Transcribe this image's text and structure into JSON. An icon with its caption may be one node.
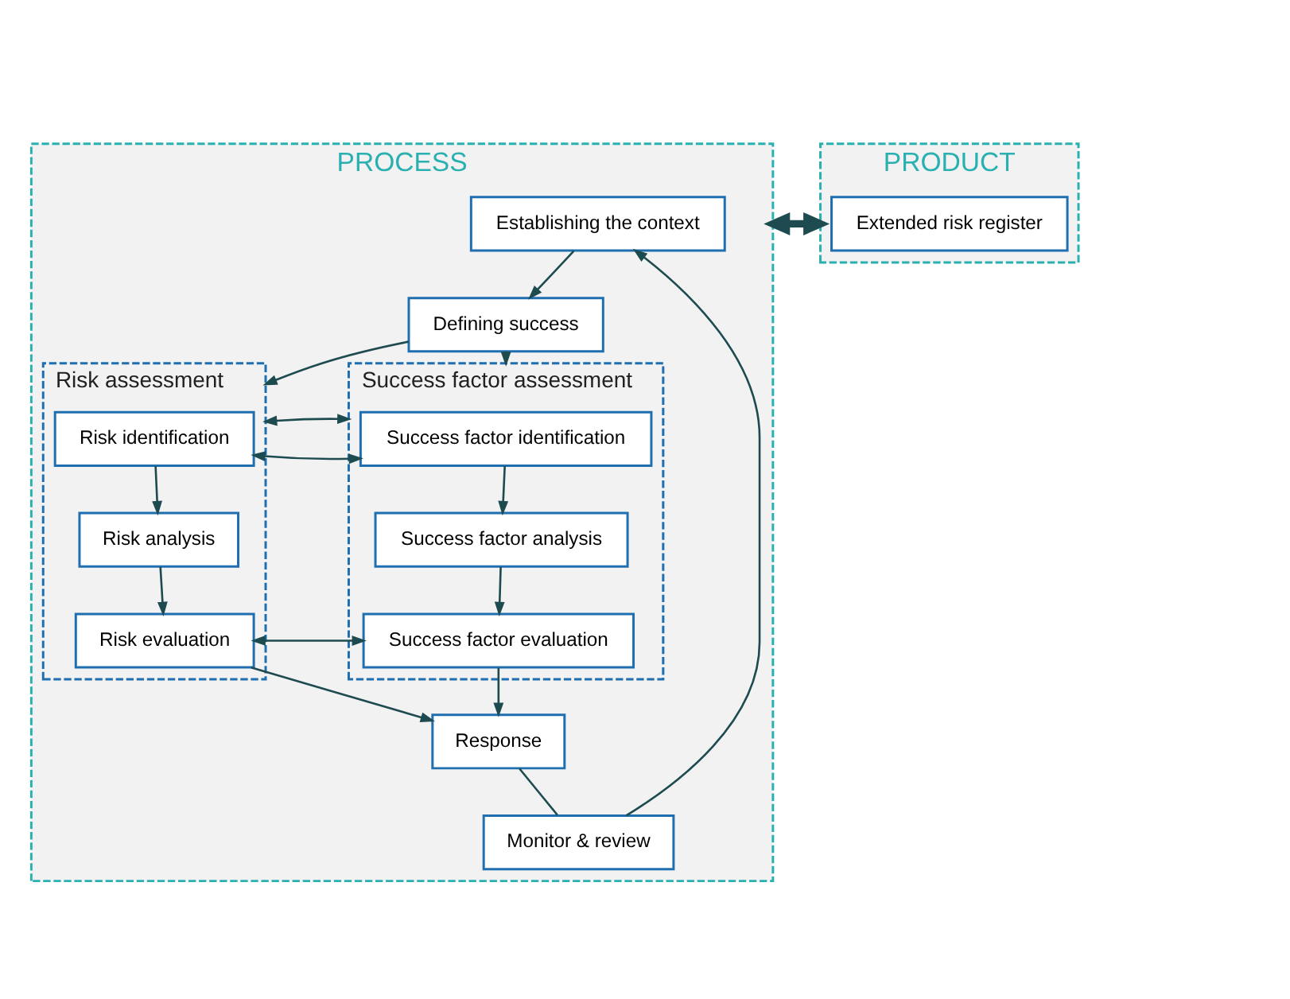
{
  "diagram": {
    "nodes": [
      {
        "text": [
          "PROCESS"
        ]
      },
      {
        "text": [
          "PRODUCT"
        ]
      },
      {
        "text": [
          "Establishing the context"
        ],
        "in": 0
      },
      {
        "text": [
          "Defining success"
        ],
        "in": 0
      },
      {
        "text": [
          "Risk assessment"
        ],
        "in": 0
      },
      {
        "text": [
          "Risk identification"
        ],
        "in": 4
      },
      {
        "text": [
          "Risk analysis"
        ],
        "in": 4
      },
      {
        "text": [
          "Risk evaluation"
        ],
        "in": 4
      },
      {
        "text": [
          "Success factor assessment"
        ],
        "in": 0
      },
      {
        "text": [
          "Success factor identification"
        ],
        "in": 8
      },
      {
        "text": [
          "Success factor analysis"
        ],
        "in": 8
      },
      {
        "text": [
          "Success factor evaluation"
        ],
        "in": 8
      },
      {
        "text": [
          "Monitor & review"
        ],
        "in": 0
      },
      {
        "text": [
          "Response"
        ],
        "in": 0
      },
      {
        "text": [
          "Extended risk register"
        ],
        "in": 1
      }
    ],
    "edges": [
      {
        "from": 2,
        "to": 3,
        "arrow": "to"
      },
      {
        "from": 3,
        "to": 4,
        "arrow": "to"
      },
      {
        "from": 3,
        "to": 8,
        "arrow": "to"
      },
      {
        "from": 5,
        "to": 9,
        "arrow": "both"
      },
      {
        "from": 5,
        "to": 6,
        "arrow": "to"
      },
      {
        "from": 6,
        "to": 7,
        "arrow": "to"
      },
      {
        "from": 9,
        "to": 10,
        "arrow": "to"
      },
      {
        "from": 10,
        "to": 11,
        "arrow": "to"
      },
      {
        "from": 7,
        "to": 11,
        "arrow": "both"
      },
      {
        "from": 4,
        "to": 8,
        "arrow": "both"
      },
      {
        "from": 7,
        "to": 13,
        "arrow": "to"
      },
      {
        "from": 11,
        "to": 13,
        "arrow": "to"
      },
      {
        "from": 13,
        "to": 12,
        "arrow": "none"
      },
      {
        "from": 12,
        "to": 2,
        "arrow": "to"
      },
      {
        "from": 0,
        "to": 1,
        "arrow": "both",
        "style": "thick"
      }
    ]
  }
}
